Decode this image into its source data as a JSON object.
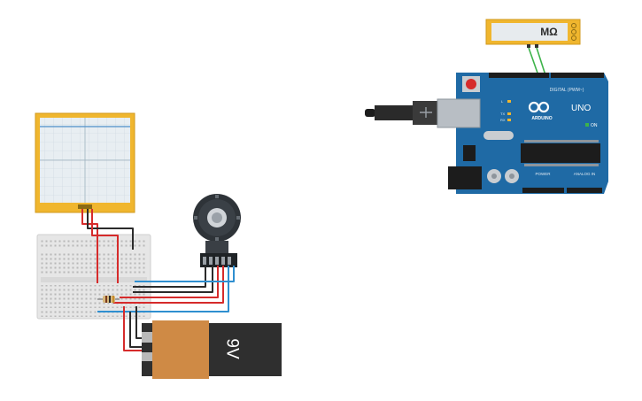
{
  "multimeter": {
    "display": "MΩ"
  },
  "arduino": {
    "brand": "ARDUINO",
    "model": "UNO",
    "digital_header": "DIGITAL (PWM~)",
    "power_label": "POWER",
    "analog_label": "ANALOG IN",
    "on_label": "ON",
    "tx_label": "TX",
    "rx_label": "RX",
    "l_label": "L"
  },
  "battery": {
    "label": "9V"
  },
  "colors": {
    "wire_red": "#d62b2b",
    "wire_black": "#2b2b2b",
    "wire_blue": "#2f8fd0",
    "wire_green": "#3db34a",
    "arduino_blue": "#1f6aa5",
    "battery_orange": "#cf8a45",
    "multimeter_frame": "#f0b62e"
  }
}
